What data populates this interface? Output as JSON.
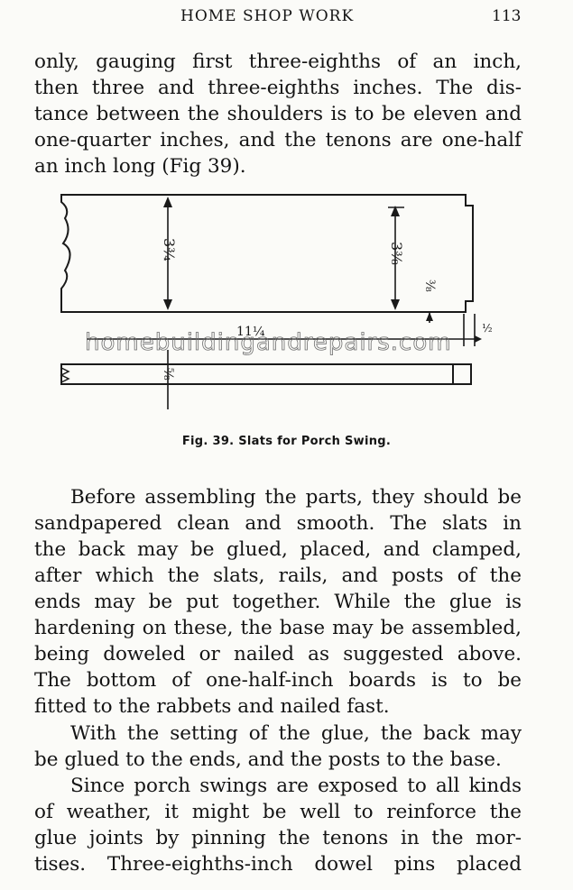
{
  "header": {
    "running_head": "HOME SHOP WORK",
    "page_number": "113"
  },
  "intro_lines": [
    "only, gauging first three-eighths of an inch,",
    "then three and three-eighths inches. The dis-",
    "tance between the shoulders is to be eleven and",
    "one-quarter inches, and the tenons are one-half",
    "an inch long (Fig 39)."
  ],
  "figure": {
    "dim_width_top": "3¾",
    "dim_right_tall": "3⅜",
    "dim_right_small": "⅜",
    "dim_length": "11¼",
    "dim_tenon": "½",
    "dim_lower_slat": "⅝",
    "watermark": "homebuildingandrepairs.com"
  },
  "caption": "Fig. 39.  Slats for Porch Swing.",
  "para1_lines": [
    "Before assembling the parts, they should be",
    "sandpapered clean and smooth. The slats in",
    "the back may be glued, placed, and clamped,",
    "after which the slats, rails, and posts of the",
    "ends may be put together. While the glue is",
    "hardening on these, the base may be assembled,",
    "being doweled or nailed as suggested above.",
    "The bottom of one-half-inch boards is to be",
    "fitted to the rabbets and nailed fast."
  ],
  "para2_lines": [
    "With the setting of the glue, the back may",
    "be glued to the ends, and the posts to the base."
  ],
  "para3_lines": [
    "Since porch swings are exposed to all kinds",
    "of weather, it might be well to reinforce the",
    "glue joints by pinning the tenons in the mor-",
    "tises. Three-eighths-inch dowel pins placed"
  ]
}
